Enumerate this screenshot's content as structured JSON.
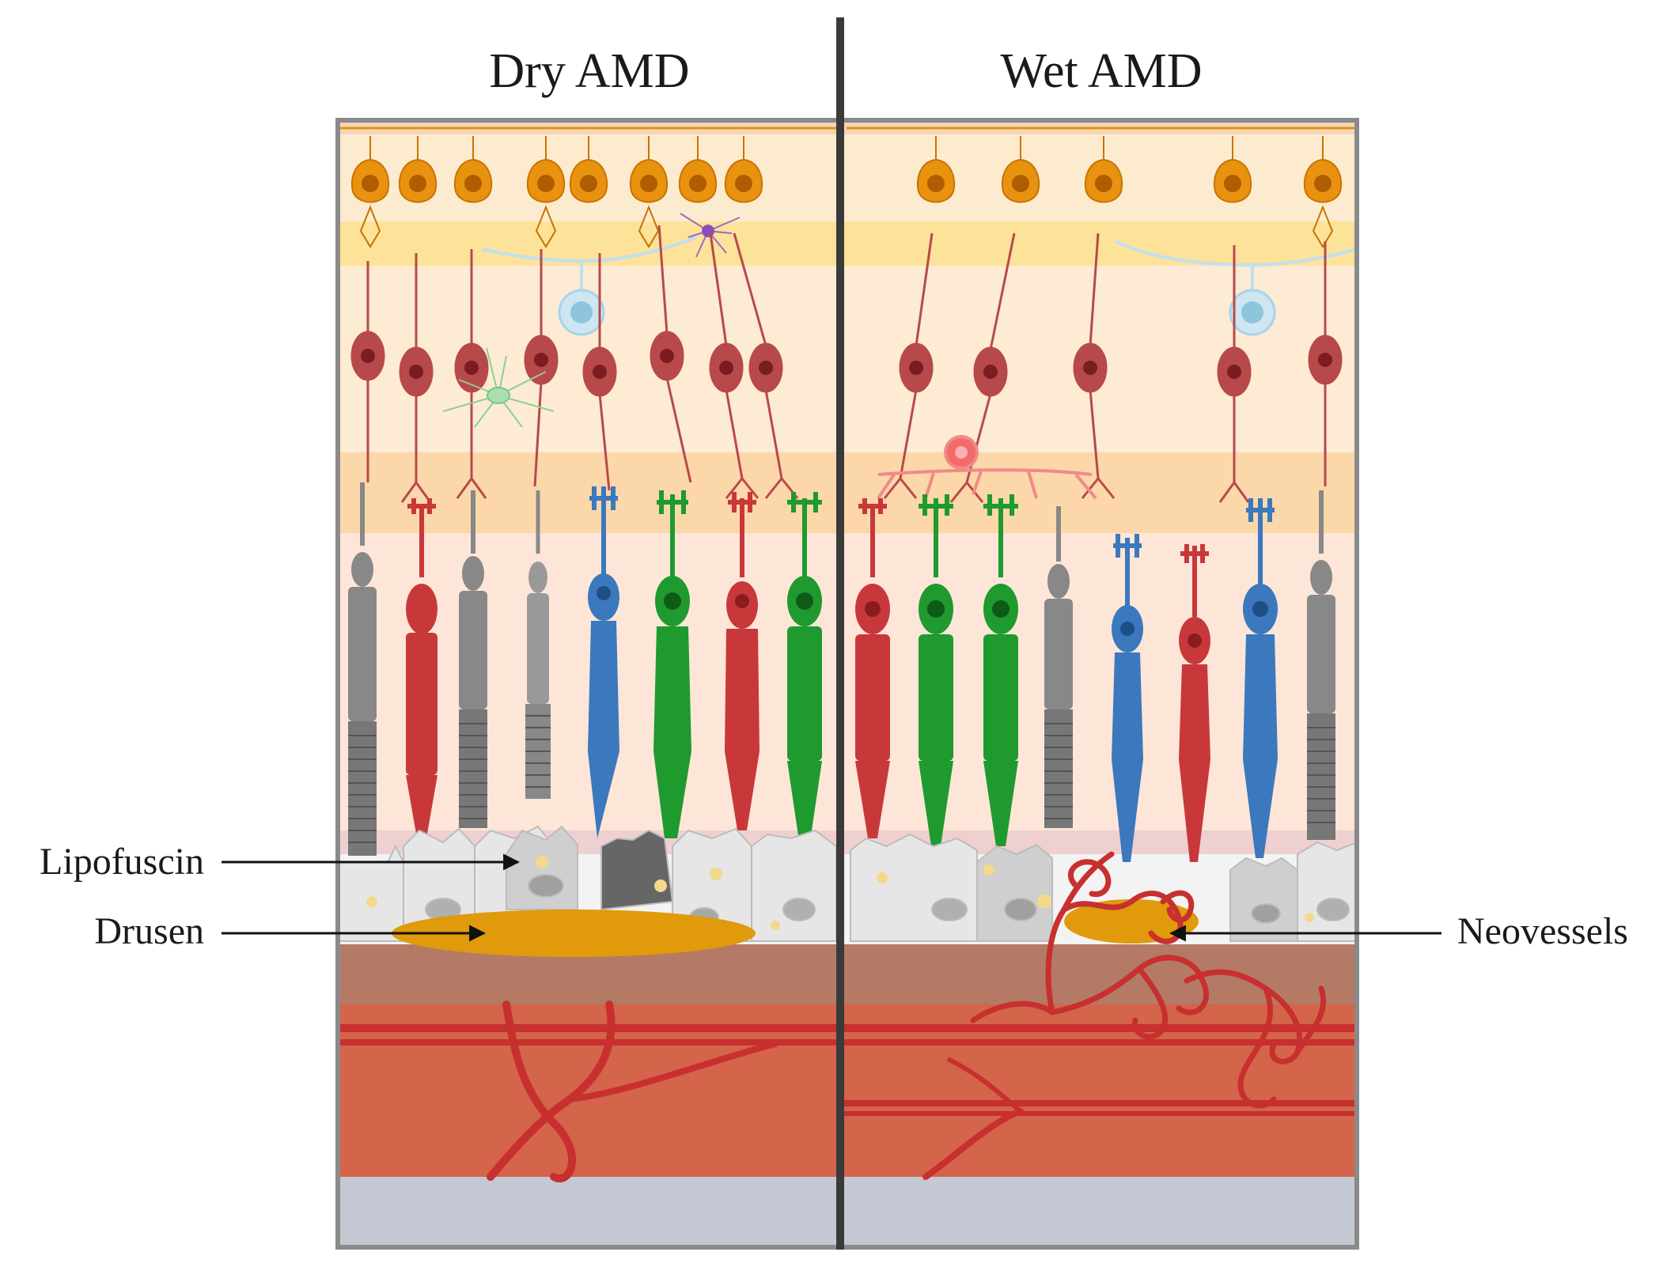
{
  "panels": {
    "left_title": "Dry AMD",
    "right_title": "Wet AMD"
  },
  "annotations": {
    "lipofuscin": "Lipofuscin",
    "drusen": "Drusen",
    "neovessels": "Neovessels"
  },
  "colors": {
    "ganglion_cell": "#e8920f",
    "bipolar_cell": "#b8494b",
    "amacrine_cell": "#a8d4e8",
    "rod": "#888888",
    "s_cone": "#3b78bd",
    "m_cone": "#1f9a2e",
    "l_cone": "#c8383a",
    "rpe": "#e4e4e4",
    "drusen": "#e09a0c",
    "bruchs_membrane": "#b47a66",
    "choroid": "#d4644a",
    "vessel": "#c7302f",
    "sclera": "#c4c8d2",
    "divider": "#3a3a3a"
  }
}
